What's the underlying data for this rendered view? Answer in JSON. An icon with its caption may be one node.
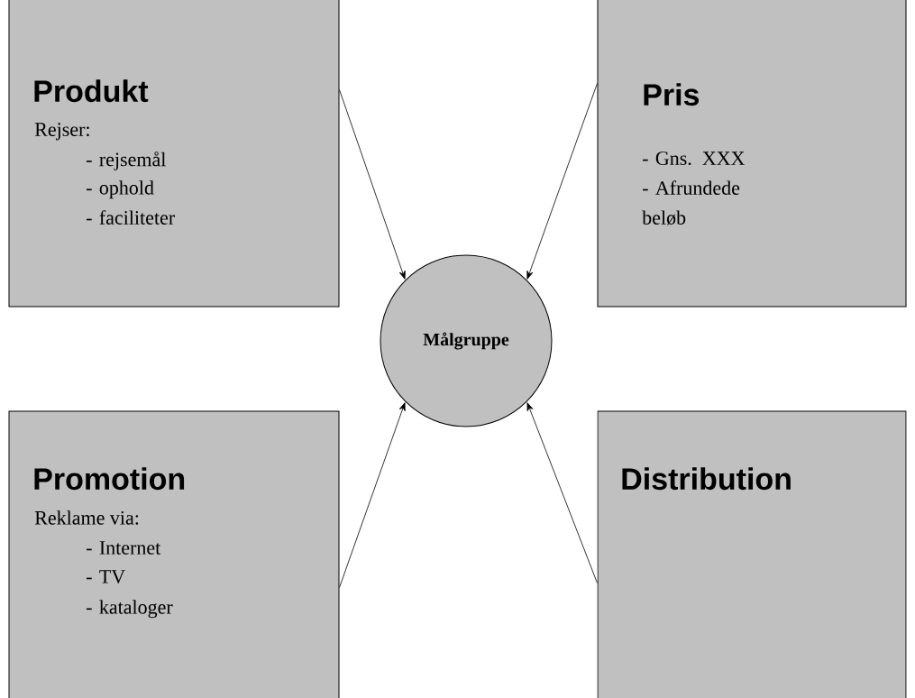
{
  "diagram": {
    "nodes": [
      {
        "text": [
          "Produkt",
          "Rejser:",
          "- rejsemål",
          "- ophold",
          "- faciliteter"
        ]
      },
      {
        "text": [
          "Pris",
          "- Gns. XXX",
          "- Afrundede beløb"
        ]
      },
      {
        "text": [
          "Promotion",
          "Reklame via:",
          "- Internet",
          "- TV",
          "- kataloger"
        ]
      },
      {
        "text": [
          "Distribution"
        ]
      },
      {
        "text": [
          "Målgruppe"
        ]
      }
    ],
    "edges": [
      {
        "from": 0,
        "to": 4,
        "arrow": "to"
      },
      {
        "from": 1,
        "to": 4,
        "arrow": "to"
      },
      {
        "from": 2,
        "to": 4,
        "arrow": "to"
      },
      {
        "from": 3,
        "to": 4,
        "arrow": "to"
      }
    ]
  }
}
